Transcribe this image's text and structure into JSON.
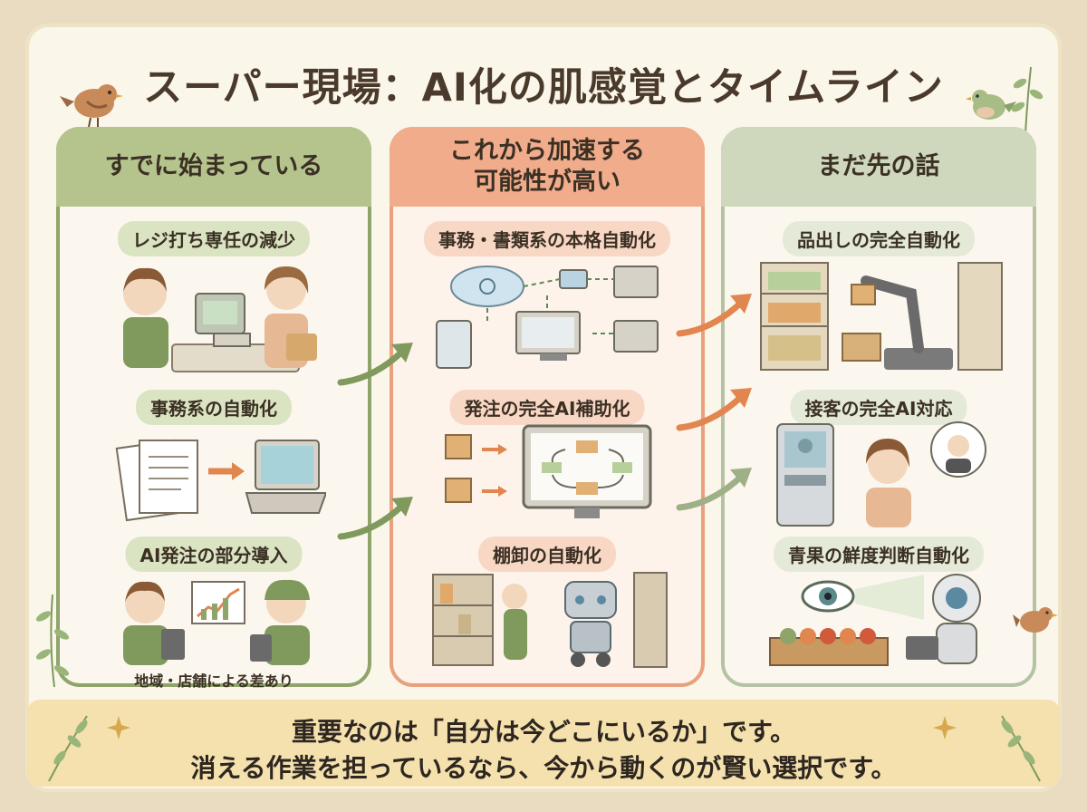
{
  "title": "スーパー現場：AI化の肌感覚とタイムライン",
  "columns": [
    {
      "heading": "すでに始まっている",
      "items": [
        "レジ打ち専任の減少",
        "事務系の自動化",
        "AI発注の部分導入"
      ],
      "note": "地域・店舗による差あり"
    },
    {
      "heading_line1": "これから加速する",
      "heading_line2": "可能性が高い",
      "items": [
        "事務・書類系の本格自動化",
        "発注の完全AI補助化",
        "棚卸の自動化"
      ]
    },
    {
      "heading": "まだ先の話",
      "items": [
        "品出しの完全自動化",
        "接客の完全AI対応",
        "青果の鮮度判断自動化"
      ]
    }
  ],
  "footer": {
    "line1": "重要なのは「自分は今どこにいるか」です。",
    "line2": "消える作業を担っているなら、今から動くのが賢い選択です。"
  },
  "colors": {
    "green": "#8ea46a",
    "orange": "#e9a07e",
    "sage": "#b6c2a4",
    "banner": "#f3dfab"
  }
}
